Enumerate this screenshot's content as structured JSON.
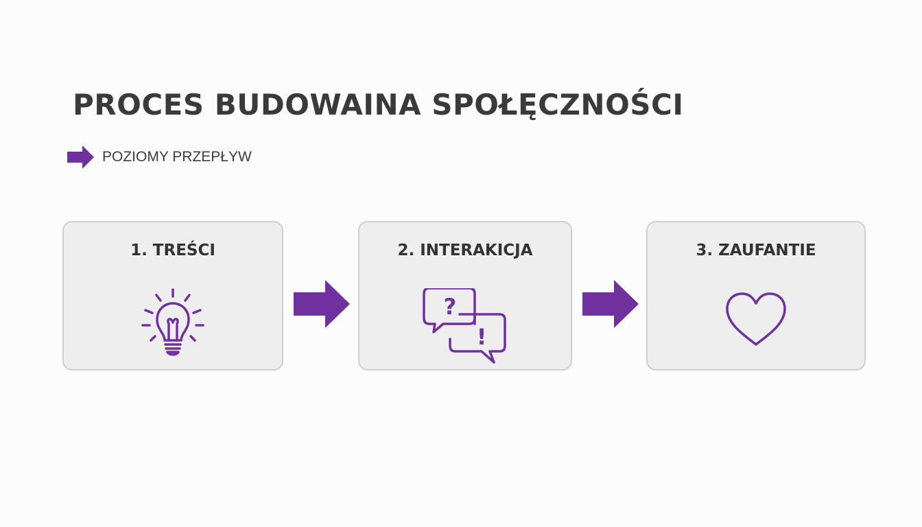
{
  "title": "PROCES BUDOWAINA SPOŁĘCZNOŚCI",
  "legend": {
    "label": "POZIOMY PRZEPŁYW",
    "icon": "right-arrow-icon"
  },
  "steps": [
    {
      "label": "1. TREŚCI",
      "icon": "lightbulb-icon"
    },
    {
      "label": "2. INTERAKICJA",
      "icon": "chat-bubbles-icon"
    },
    {
      "label": "3. ZAUFANTIE",
      "icon": "heart-icon"
    }
  ],
  "colors": {
    "accent": "#7030a0",
    "card_background": "#eeeeee",
    "card_border": "#cfcfcf",
    "text": "#333333"
  }
}
